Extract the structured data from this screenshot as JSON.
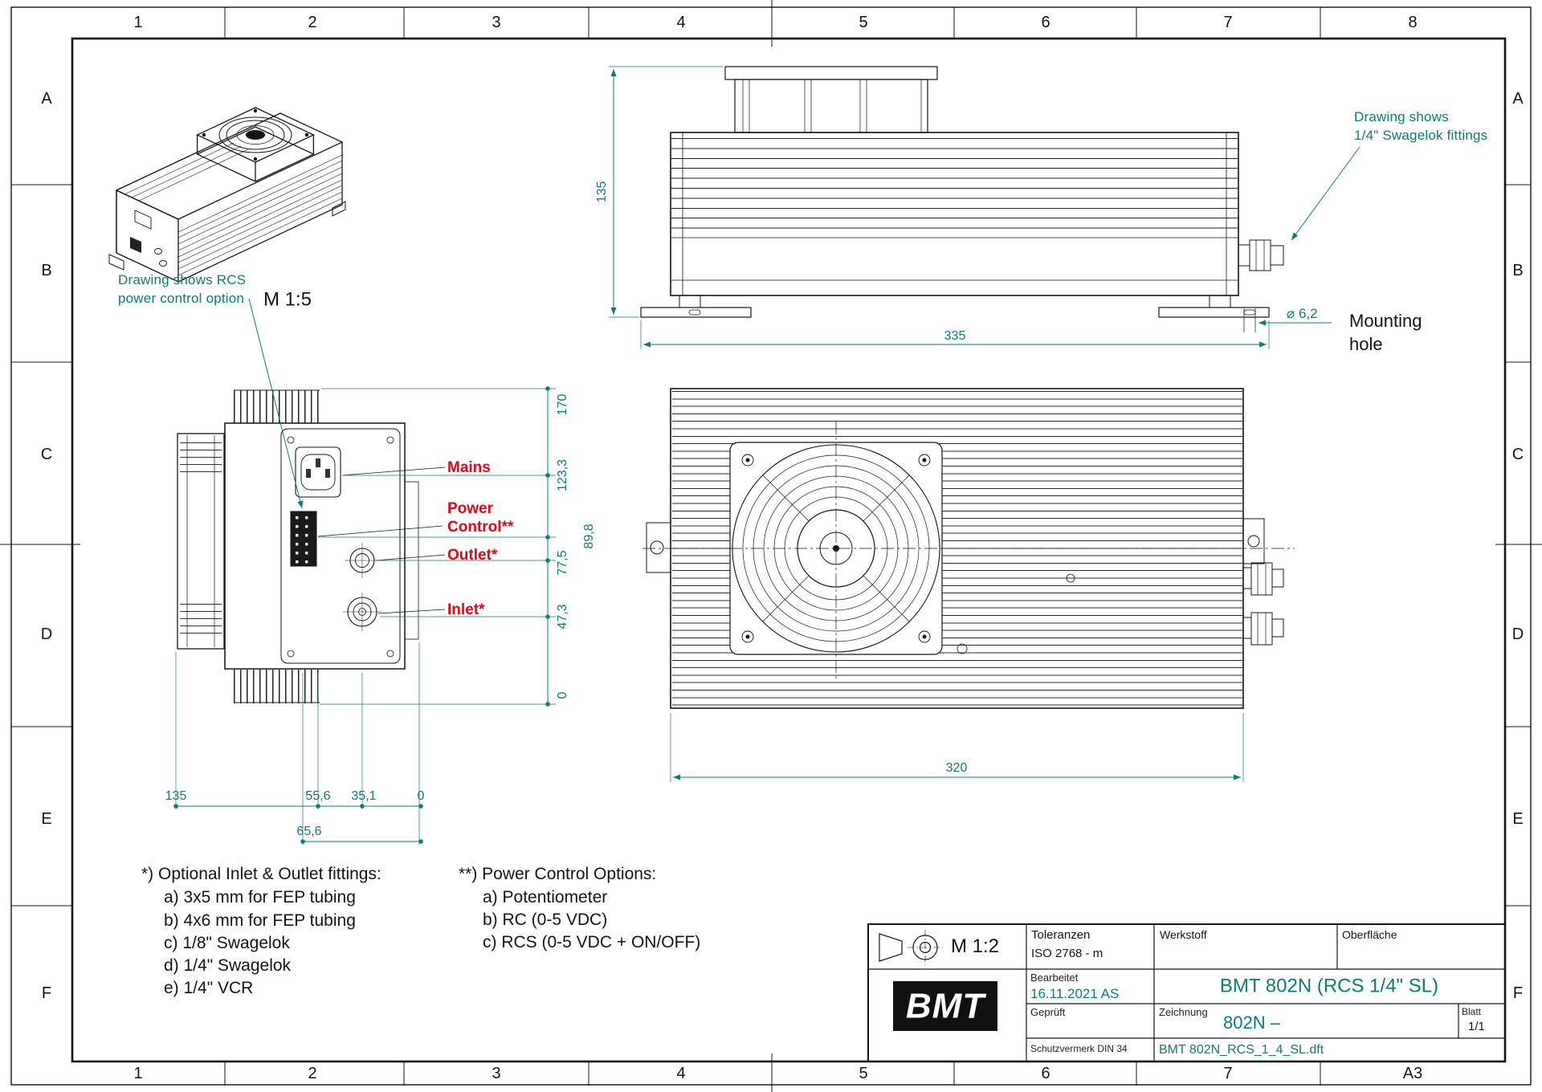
{
  "colors": {
    "teal": "#0d7a7a",
    "red": "#e30613",
    "ink": "#141414"
  },
  "sheet": {
    "cols": [
      "1",
      "2",
      "3",
      "4",
      "5",
      "6",
      "7",
      "8"
    ],
    "rows": [
      "A",
      "B",
      "C",
      "D",
      "E",
      "F"
    ],
    "format": "A3"
  },
  "iso": {
    "scale": "M 1:5"
  },
  "notes": {
    "rcs": [
      "Drawing shows RCS",
      "power control option"
    ],
    "swagelok": [
      "Drawing shows",
      "1/4\" Swagelok fittings"
    ],
    "mounting": [
      "Mounting",
      "hole"
    ]
  },
  "dims": {
    "front_height": "135",
    "front_width": "335",
    "hole": "⌀ 6,2",
    "top_width": "320",
    "rear_v": [
      "170",
      "123,3",
      "89,8",
      "77,5",
      "47,3",
      "0"
    ],
    "rear_h": [
      "135",
      "55,6",
      "35,1",
      "0"
    ],
    "rear_h2": "65,6"
  },
  "ports": {
    "mains": "Mains",
    "power_1": "Power",
    "power_2": "Control**",
    "outlet": "Outlet*",
    "inlet": "Inlet*"
  },
  "footnotes": {
    "fittings": {
      "title": "*) Optional Inlet & Outlet fittings:",
      "items": [
        "a) 3x5 mm for FEP tubing",
        "b) 4x6 mm for FEP tubing",
        "c) 1/8\" Swagelok",
        "d) 1/4\" Swagelok",
        "e) 1/4\" VCR"
      ]
    },
    "power": {
      "title": "**) Power Control Options:",
      "items": [
        "a) Potentiometer",
        "b) RC (0-5 VDC)",
        "c) RCS (0-5 VDC + ON/OFF)"
      ]
    }
  },
  "titleblock": {
    "scale": "M 1:2",
    "tolerances_label": "Toleranzen",
    "tolerances_value": "ISO 2768 - m",
    "material_label": "Werkstoff",
    "surface_label": "Oberfläche",
    "edited_label": "Bearbeitet",
    "edited_value": "16.11.2021 AS",
    "checked_label": "Geprüft",
    "notice_label": "Schutzvermerk DIN 34",
    "title": "BMT 802N (RCS 1/4\" SL)",
    "drawing_label": "Zeichnung",
    "drawing_value": "802N –",
    "sheet_label": "Blatt",
    "sheet_value": "1/1",
    "filename": "BMT 802N_RCS_1_4_SL.dft",
    "logo": "BMT"
  }
}
